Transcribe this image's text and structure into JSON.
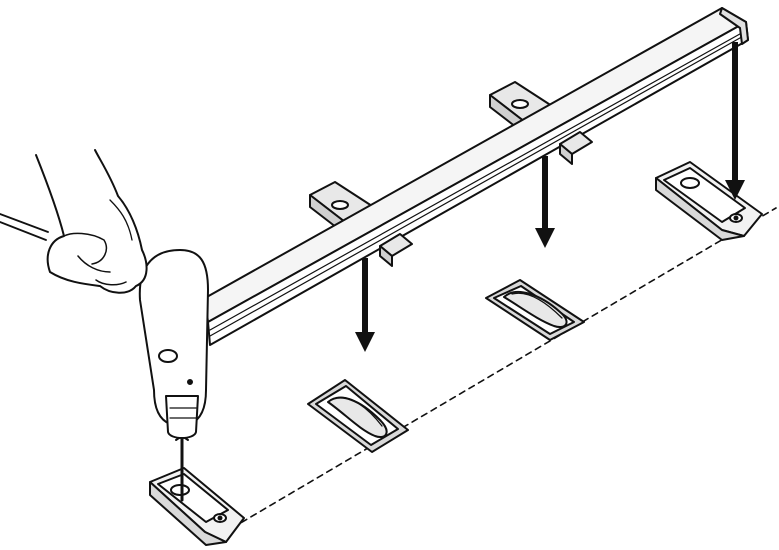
{
  "colors": {
    "background": "#ffffff",
    "line": "#111111",
    "fill_light": "#f2f2f2",
    "fill_grey": "#d9d9d9",
    "arrow": "#111111"
  },
  "illustration": {
    "arrows": 3,
    "mounting_feet": 2,
    "adhesive_pads": 2,
    "rail_brackets": 4
  }
}
